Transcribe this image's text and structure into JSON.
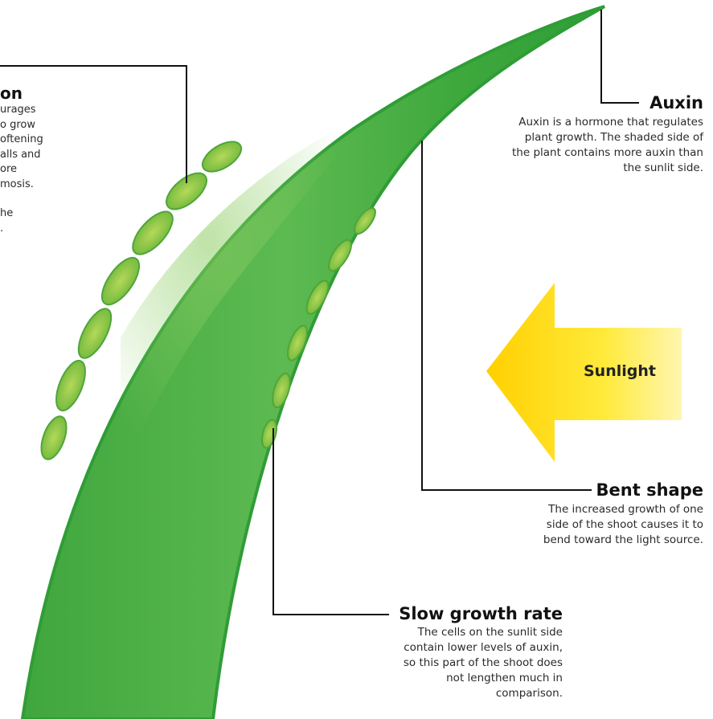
{
  "labels": {
    "cut_left": {
      "title": "on",
      "lines": [
        "urages",
        "o grow",
        "oftening",
        "alls and",
        "ore",
        "mosis.",
        "",
        "he",
        "."
      ]
    },
    "auxin": {
      "title": "Auxin",
      "body": "Auxin is a hormone that regulates plant growth. The shaded side of the plant contains more auxin than the sunlit side."
    },
    "sunlight": {
      "label": "Sunlight"
    },
    "bent_shape": {
      "title": "Bent shape",
      "body": "The increased growth of one side of the shoot causes it to bend toward the light source."
    },
    "slow_growth": {
      "title": "Slow growth rate",
      "body": "The cells on the sunlit side contain lower levels of auxin, so this part of the shoot does not lengthen much in comparison."
    }
  },
  "colors": {
    "shoot_dark": "#2e9e37",
    "shoot_light": "#6cc25a",
    "cell": "#9acb47",
    "arrow": "#ffd400",
    "line": "#111111"
  }
}
